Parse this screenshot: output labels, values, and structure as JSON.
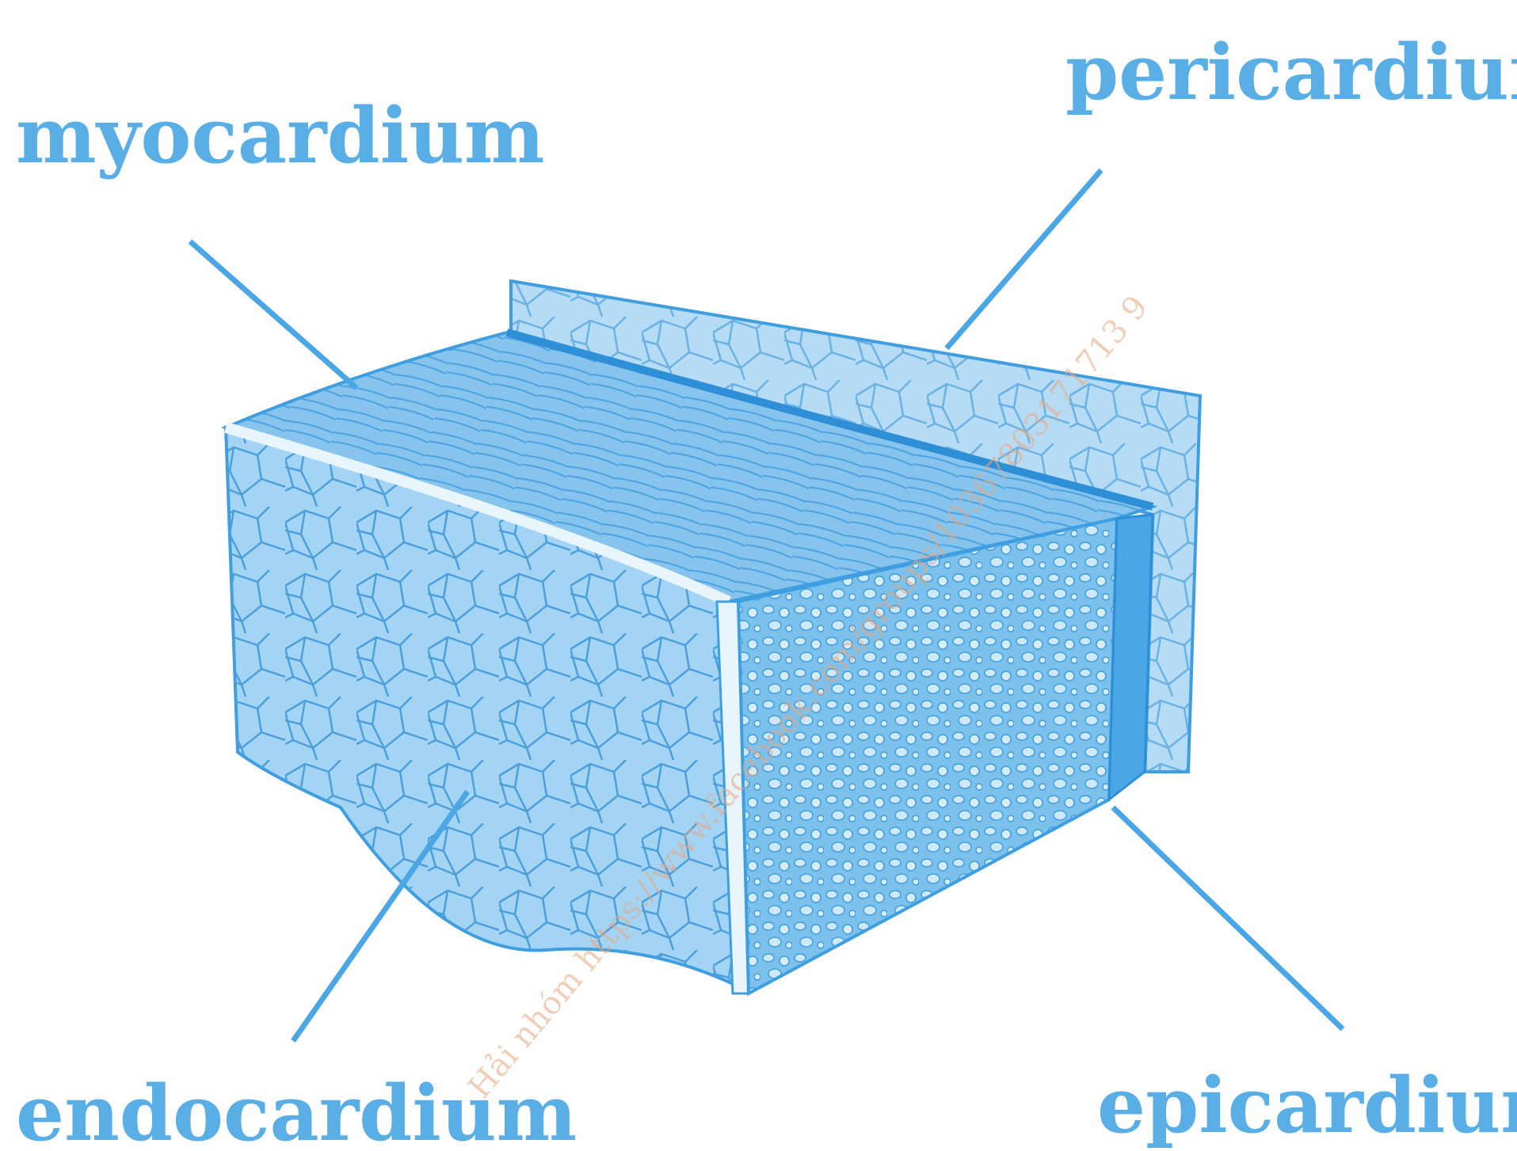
{
  "diagram": {
    "labels": {
      "myocardium": "myocardium",
      "pericardium": "pericardium",
      "endocardium": "endocardium",
      "epicardium": "epicardium"
    },
    "watermark": "Hải nhóm https://www.facebook.com/groups/10367803171713 9"
  },
  "colors": {
    "label": "#5aaee6",
    "tissue_fill": "#8cc8ef",
    "tissue_dark": "#3f9ee0",
    "tissue_light": "#c4e3f7",
    "leader_line": "#4aa6e4",
    "watermark": "#e6a880"
  }
}
